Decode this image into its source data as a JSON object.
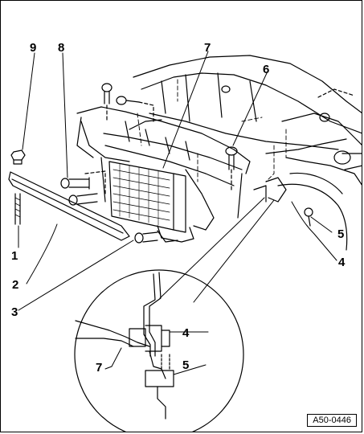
{
  "callouts": [
    {
      "id": "c1",
      "text": "1"
    },
    {
      "id": "c2",
      "text": "2"
    },
    {
      "id": "c3",
      "text": "3"
    },
    {
      "id": "c4",
      "text": "4"
    },
    {
      "id": "c5",
      "text": "5"
    },
    {
      "id": "c6",
      "text": "6"
    },
    {
      "id": "c7",
      "text": "7"
    },
    {
      "id": "c8",
      "text": "8"
    },
    {
      "id": "c9",
      "text": "9"
    },
    {
      "id": "c4b",
      "text": "4"
    },
    {
      "id": "c5b",
      "text": "5"
    },
    {
      "id": "c7b",
      "text": "7"
    }
  ],
  "figure_ref": "A50-0446"
}
